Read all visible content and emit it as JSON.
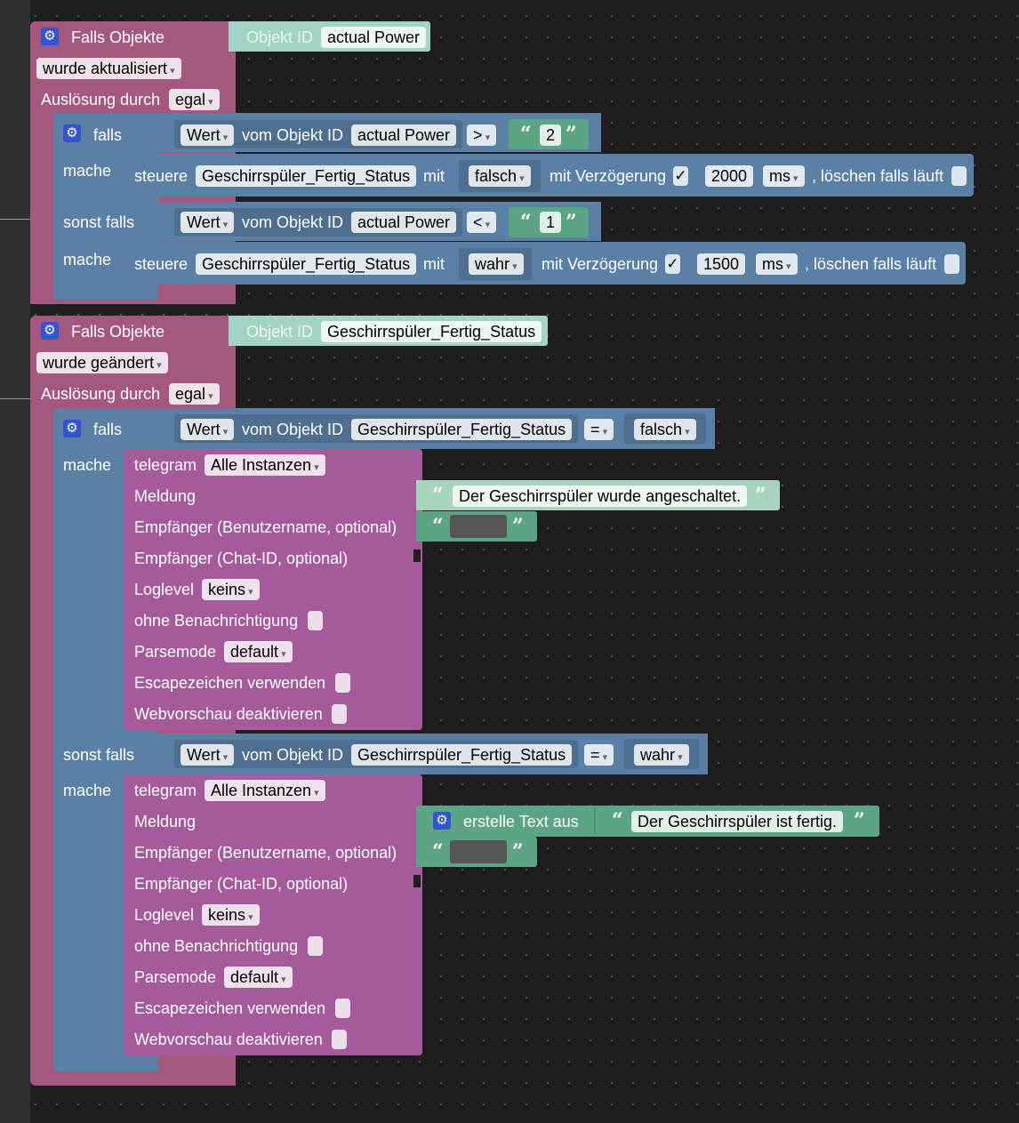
{
  "trigger1": {
    "header": "Falls Objekte",
    "objekt_label": "Objekt ID",
    "objekt_value": "actual Power",
    "event": "wurde aktualisiert",
    "ausloesung_label": "Auslösung durch",
    "ausloesung_value": "egal",
    "if_block": {
      "falls_label": "falls",
      "mache_label": "mache",
      "sonst_falls_label": "sonst falls",
      "cond1": {
        "wert": "Wert",
        "vom": "vom Objekt ID",
        "obj": "actual Power",
        "op": ">",
        "val": "2"
      },
      "do1": {
        "steuere": "steuere",
        "target": "Geschirrspüler_Fertig_Status",
        "mit": "mit",
        "value": "falsch",
        "verz_label": "mit Verzögerung",
        "verz_check": "✓",
        "delay": "2000",
        "unit": "ms",
        "loeschen": ", löschen falls läuft"
      },
      "cond2": {
        "wert": "Wert",
        "vom": "vom Objekt ID",
        "obj": "actual Power",
        "op": "<",
        "val": "1"
      },
      "do2": {
        "steuere": "steuere",
        "target": "Geschirrspüler_Fertig_Status",
        "mit": "mit",
        "value": "wahr",
        "verz_label": "mit Verzögerung",
        "verz_check": "✓",
        "delay": "1500",
        "unit": "ms",
        "loeschen": ", löschen falls läuft"
      }
    }
  },
  "trigger2": {
    "header": "Falls Objekte",
    "objekt_label": "Objekt ID",
    "objekt_value": "Geschirrspüler_Fertig_Status",
    "event": "wurde geändert",
    "ausloesung_label": "Auslösung durch",
    "ausloesung_value": "egal",
    "if_block": {
      "falls_label": "falls",
      "mache_label": "mache",
      "sonst_falls_label": "sonst falls",
      "cond1": {
        "wert": "Wert",
        "vom": "vom Objekt ID",
        "obj": "Geschirrspüler_Fertig_Status",
        "op": "=",
        "val": "falsch"
      },
      "cond2": {
        "wert": "Wert",
        "vom": "vom Objekt ID",
        "obj": "Geschirrspüler_Fertig_Status",
        "op": "=",
        "val": "wahr"
      },
      "tg1": {
        "telegram": "telegram",
        "instanz": "Alle Instanzen",
        "meldung": "Meldung",
        "meldung_text": "Der Geschirrspüler wurde angeschaltet.",
        "empf_user": "Empfänger (Benutzername, optional)",
        "empf_chat": "Empfänger (Chat-ID, optional)",
        "loglevel": "Loglevel",
        "loglevel_value": "keins",
        "ohne": "ohne Benachrichtigung",
        "parsemode": "Parsemode",
        "parsemode_value": "default",
        "escape": "Escapezeichen verwenden",
        "webvorschau": "Webvorschau deaktivieren"
      },
      "tg2": {
        "telegram": "telegram",
        "instanz": "Alle Instanzen",
        "meldung": "Meldung",
        "erstelle": "erstelle Text aus",
        "meldung_text": "Der Geschirrspüler ist fertig.",
        "empf_user": "Empfänger (Benutzername, optional)",
        "empf_chat": "Empfänger (Chat-ID, optional)",
        "loglevel": "Loglevel",
        "loglevel_value": "keins",
        "ohne": "ohne Benachrichtigung",
        "parsemode": "Parsemode",
        "parsemode_value": "default",
        "escape": "Escapezeichen verwenden",
        "webvorschau": "Webvorschau deaktivieren"
      }
    }
  },
  "icons": {
    "gear": "gear-icon",
    "quote_open": "“",
    "quote_close": "”"
  },
  "colors": {
    "trigger": "#a5587e",
    "logic": "#5b80a5",
    "text": "#5ba585",
    "telegram": "#a55b99",
    "objekt": "#a3d2c7"
  }
}
